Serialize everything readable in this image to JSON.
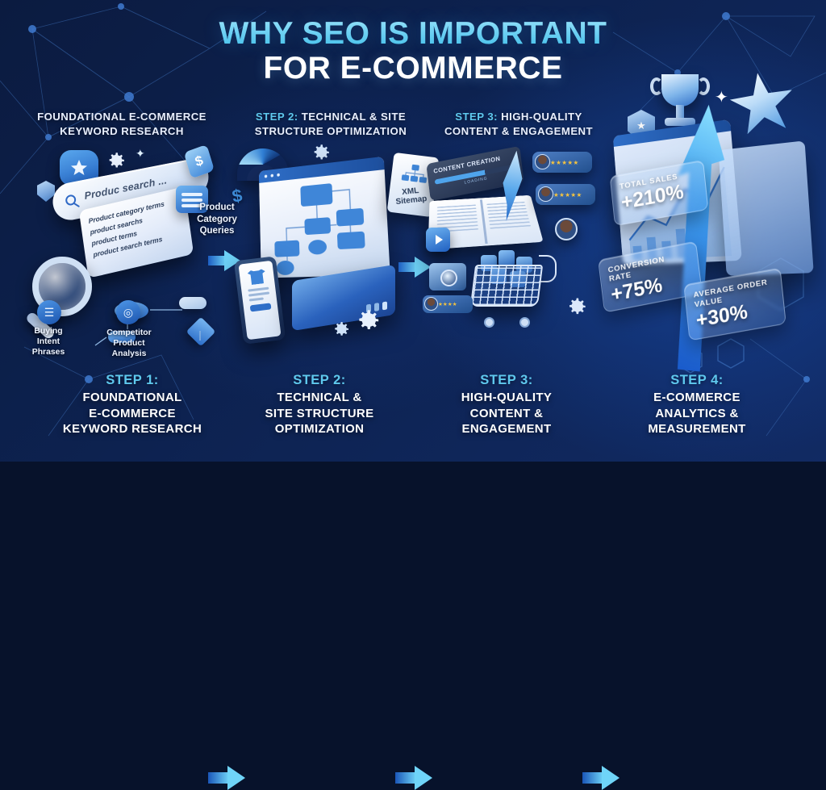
{
  "title": {
    "line1": "WHY SEO IS IMPORTANT",
    "line2": "FOR E-COMMERCE",
    "accent_color": "#5fc9ee",
    "text_color": "#ffffff"
  },
  "background": {
    "base_color": "#0d2250",
    "glow_color": "#1a54be",
    "network_line_color": "#2f5fa8"
  },
  "top_captions": [
    {
      "prefix": "",
      "text": "FOUNDATIONAL E-COMMERCE KEYWORD RESEARCH",
      "line1": "FOUNDATIONAL E-COMMERCE",
      "line2": "KEYWORD RESEARCH"
    },
    {
      "prefix": "STEP 2:",
      "line1": " TECHNICAL & SITE",
      "line2": "STRUCTURE OPTIMIZATION"
    },
    {
      "prefix": "STEP 3:",
      "line1": " HIGH-QUALITY",
      "line2": "CONTENT & ENGAGEMENT"
    }
  ],
  "panel1": {
    "search_placeholder": "Produc search ...",
    "currency_symbol": "$",
    "suggestions": [
      "Product category terms",
      "product searchs",
      "product terms",
      "product search terms"
    ],
    "category_label_line1": "Product",
    "category_label_line2": "Category",
    "category_label_line3": "Queries",
    "sublabel_left_line1": "Buying",
    "sublabel_left_line2": "Intent",
    "sublabel_left_line3": "Phrases",
    "sublabel_right_line1": "Competitor",
    "sublabel_right_line2": "Product",
    "sublabel_right_line3": "Analysis"
  },
  "panel2": {
    "sitemap_line1": "XML",
    "sitemap_line2": "Sitemap"
  },
  "panel3": {
    "content_creation_label": "CONTENT CREATION",
    "progress_caption": "LOADING",
    "review1_stars": "★★★★★",
    "review2_stars": "★★★★★",
    "review3_stars": "★★★★"
  },
  "panel4": {
    "kpis": [
      {
        "label": "TOTAL SALES",
        "value": "+210%"
      },
      {
        "label": "CONVERSION RATE",
        "value": "+75%"
      },
      {
        "label": "AVERAGE ORDER VALUE",
        "value": "+30%"
      }
    ],
    "badge_glyph": "★"
  },
  "steps": [
    {
      "number": "STEP 1:",
      "line1": "FOUNDATIONAL",
      "line2": "E-COMMERCE",
      "line3": "KEYWORD RESEARCH"
    },
    {
      "number": "STEP 2:",
      "line1": "TECHNICAL &",
      "line2": "SITE STRUCTURE",
      "line3": "OPTIMIZATION"
    },
    {
      "number": "STEP 3:",
      "line1": "HIGH-QUALITY",
      "line2": "CONTENT &",
      "line3": "ENGAGEMENT"
    },
    {
      "number": "STEP 4:",
      "line1": "E-COMMERCE",
      "line2": "ANALYTICS &",
      "line3": "MEASUREMENT"
    }
  ]
}
